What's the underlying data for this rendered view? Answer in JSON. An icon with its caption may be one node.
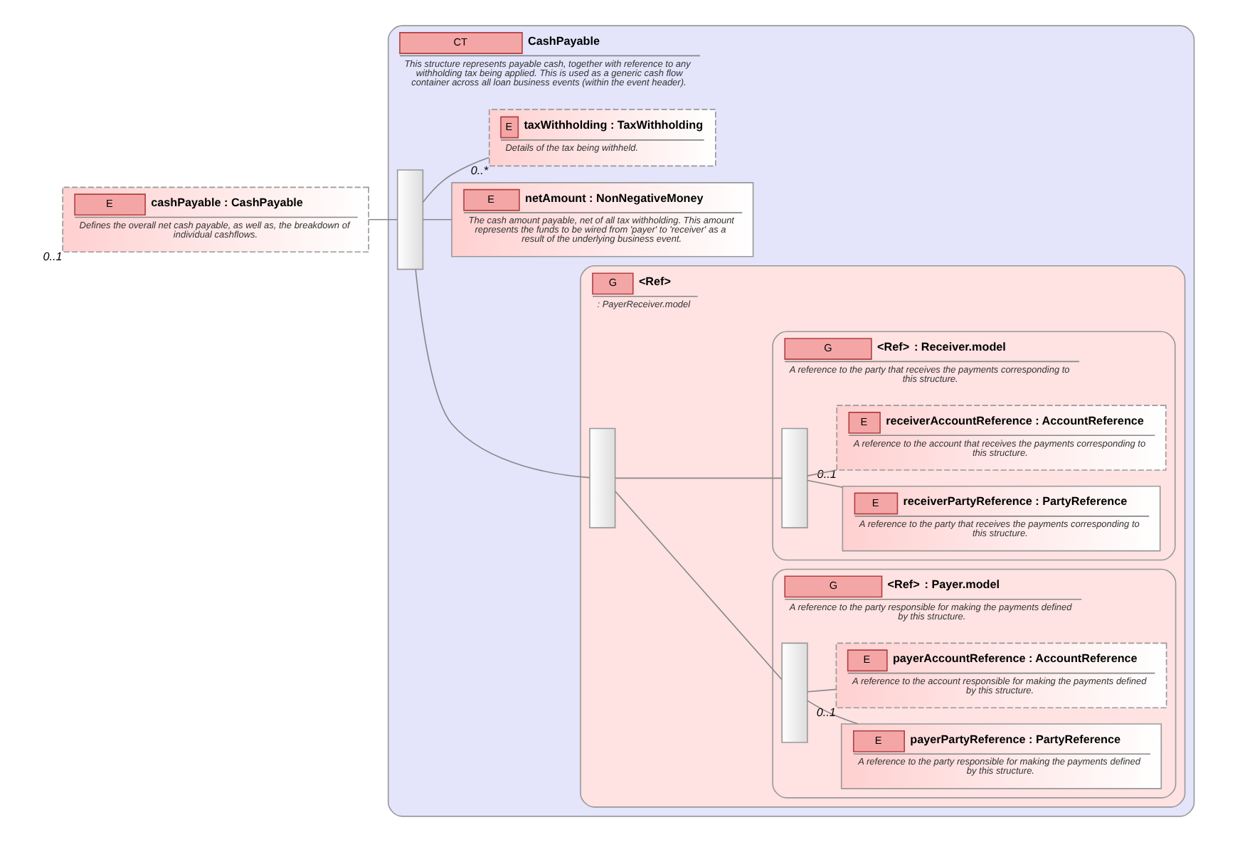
{
  "diagram": {
    "nodes": [
      {
        "text": [
          "E",
          "cashPayable : CashPayable",
          "Defines the overall net cash payable, as well as, the breakdown of individual cashflows."
        ],
        "beside": [
          "0..1"
        ]
      },
      {
        "text": [
          "CT",
          "CashPayable",
          "This structure represents payable cash, together with reference to any withholding tax being applied. This is used as a generic cash flow container across all loan business events (within the event header)."
        ]
      },
      {
        "text": [],
        "shape": "bar",
        "in": 1
      },
      {
        "text": [
          "G",
          "<Ref>",
          ": PayerReceiver.model"
        ],
        "in": 1
      },
      {
        "text": [],
        "shape": "bar",
        "in": 3
      },
      {
        "text": [
          "G",
          "<Ref>",
          ": Payer.model",
          "A reference to the party responsible for making the payments defined by this structure."
        ],
        "in": 3
      },
      {
        "text": [],
        "shape": "bar",
        "in": 5
      },
      {
        "text": [
          "E",
          "payerPartyReference : PartyReference",
          "A reference to the party responsible for making the payments defined by this structure."
        ],
        "in": 5
      },
      {
        "text": [
          "E",
          "payerAccountReference : AccountReference",
          "A reference to the account responsible for making the payments defined by this structure."
        ],
        "in": 5,
        "beside": [
          "0..1"
        ]
      },
      {
        "text": [
          "G",
          "<Ref>",
          ": Receiver.model",
          "A reference to the party that receives the payments corresponding to this structure."
        ],
        "in": 3
      },
      {
        "text": [],
        "shape": "bar",
        "in": 9
      },
      {
        "text": [
          "E",
          "receiverPartyReference : PartyReference",
          "A reference to the party that receives the payments corresponding to this structure."
        ],
        "in": 9
      },
      {
        "text": [
          "E",
          "receiverAccountReference : AccountReference",
          "A reference to the account that receives the payments corresponding to this structure."
        ],
        "in": 9,
        "beside": [
          "0..1"
        ]
      },
      {
        "text": [
          "E",
          "netAmount : NonNegativeMoney",
          "The cash amount payable, net of all tax withholding. This amount represents the funds to be wired from 'payer' to 'receiver' as a result of the underlying business event."
        ],
        "in": 1
      },
      {
        "text": [
          "E",
          "taxWithholding : TaxWithholding",
          "Details of the tax being withheld."
        ],
        "in": 1,
        "beside": [
          "0..*"
        ]
      }
    ],
    "edges": [
      {
        "from": 0,
        "to": 2,
        "arrow": "none"
      },
      {
        "from": 2,
        "to": 4,
        "arrow": "none"
      },
      {
        "from": 4,
        "to": 6,
        "arrow": "none"
      },
      {
        "from": 6,
        "to": 7,
        "arrow": "none"
      },
      {
        "from": 6,
        "to": 8,
        "arrow": "none"
      },
      {
        "from": 4,
        "to": 10,
        "arrow": "none"
      },
      {
        "from": 10,
        "to": 11,
        "arrow": "none"
      },
      {
        "from": 10,
        "to": 12,
        "arrow": "none"
      },
      {
        "from": 2,
        "to": 13,
        "arrow": "none"
      },
      {
        "from": 2,
        "to": 14,
        "arrow": "none"
      }
    ]
  }
}
